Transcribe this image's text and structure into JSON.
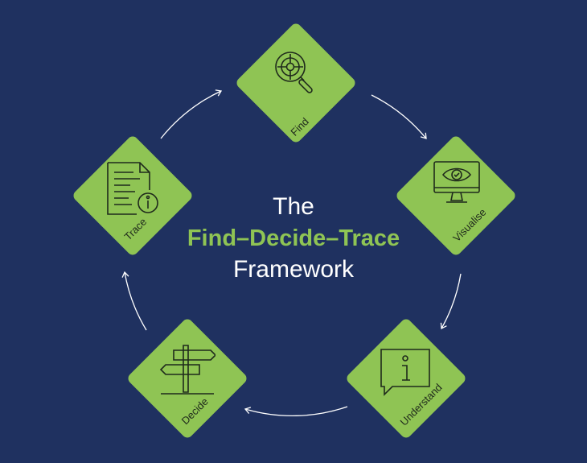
{
  "title": {
    "line1": "The",
    "line2": "Find–Decide–Trace",
    "line3": "Framework"
  },
  "steps": [
    {
      "label": "Find",
      "icon": "magnifier-target-icon"
    },
    {
      "label": "Visualise",
      "icon": "monitor-eye-icon"
    },
    {
      "label": "Understand",
      "icon": "info-speech-bubble-icon"
    },
    {
      "label": "Decide",
      "icon": "signpost-icon"
    },
    {
      "label": "Trace",
      "icon": "document-info-icon"
    }
  ],
  "colors": {
    "background": "#1f3160",
    "accent": "#8fc454",
    "text": "#ffffff"
  }
}
